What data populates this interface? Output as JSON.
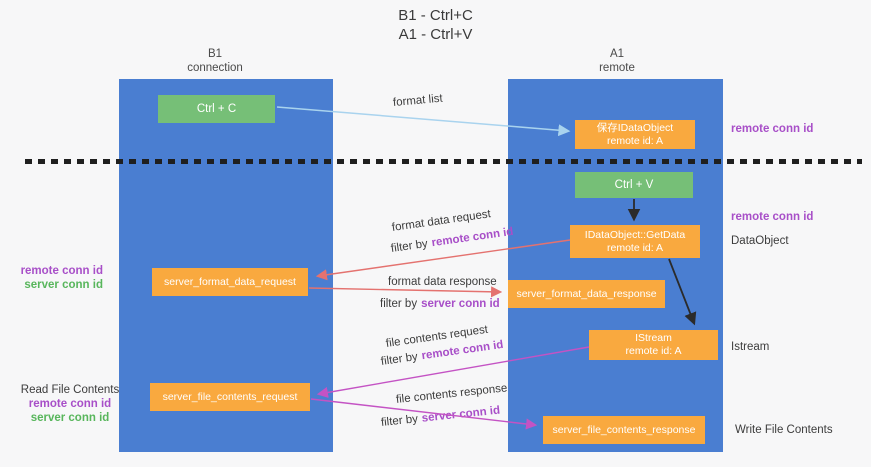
{
  "title": {
    "line1": "B1 - Ctrl+C",
    "line2": "A1 - Ctrl+V"
  },
  "lanes": {
    "left": {
      "name": "B1",
      "role": "connection"
    },
    "right": {
      "name": "A1",
      "role": "remote"
    }
  },
  "boxes": {
    "ctrl_c": {
      "label": "Ctrl + C"
    },
    "save_dataobject": {
      "line1": "保存IDataObject",
      "line2": "remote id: A"
    },
    "ctrl_v": {
      "label": "Ctrl + V"
    },
    "getdata": {
      "line1": "IDataObject::GetData",
      "line2": "remote id: A"
    },
    "istream": {
      "line1": "IStream",
      "line2": "remote id: A"
    },
    "server_format_data_request": {
      "label": "server_format_data_request"
    },
    "server_format_data_response": {
      "label": "server_format_data_response"
    },
    "server_file_contents_request": {
      "label": "server_file_contents_request"
    },
    "server_file_contents_response": {
      "label": "server_file_contents_response"
    }
  },
  "flow_labels": {
    "format_list": "format list",
    "format_data_request": "format data request",
    "format_data_response": "format data response",
    "file_contents_request": "file contents request",
    "file_contents_response": "file contents response",
    "filter_by": "filter by",
    "remote_conn_id": "remote conn id",
    "server_conn_id": "server conn id"
  },
  "side_labels": {
    "left_mid": {
      "remote_conn_id": "remote conn id",
      "server_conn_id": "server conn id"
    },
    "left_bottom": {
      "title": "Read File Contents",
      "remote_conn_id": "remote conn id",
      "server_conn_id": "server conn id"
    },
    "right_top_remote_conn_id": "remote conn id",
    "right_mid_remote_conn_id": "remote conn id",
    "right_dataobject": "DataObject",
    "right_istream": "Istream",
    "right_write_file_contents": "Write File Contents"
  },
  "colors": {
    "background": "#f7f7f8",
    "lane_blue": "#4a7ed1",
    "box_orange": "#f9a93f",
    "box_green": "#76bf77",
    "purple_text": "#a84fc8",
    "green_text": "#58b65c",
    "arrow_blue": "#a9d3ee",
    "arrow_red": "#e4726f",
    "arrow_magenta": "#c453c4",
    "arrow_black": "#2b2b2b",
    "dashed_line": "#1f1f1f"
  }
}
